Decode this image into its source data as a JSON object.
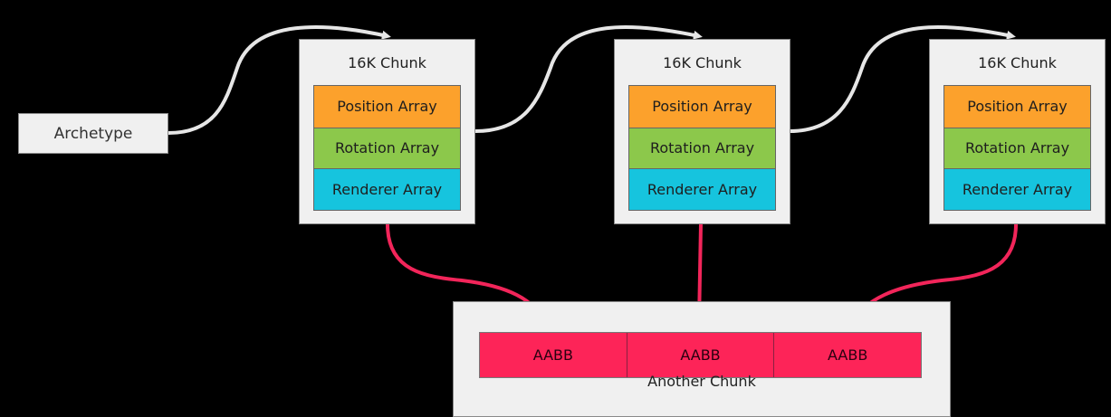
{
  "diagram": {
    "archetype": {
      "label": "Archetype"
    },
    "chunks": [
      {
        "title": "16K Chunk",
        "arrays": [
          "Position Array",
          "Rotation Array",
          "Renderer Array"
        ]
      },
      {
        "title": "16K Chunk",
        "arrays": [
          "Position Array",
          "Rotation Array",
          "Renderer Array"
        ]
      },
      {
        "title": "16K Chunk",
        "arrays": [
          "Position Array",
          "Rotation Array",
          "Renderer Array"
        ]
      }
    ],
    "another_chunk": {
      "label": "Another Chunk",
      "cells": [
        "AABB",
        "AABB",
        "AABB"
      ]
    },
    "colors": {
      "background": "#000000",
      "box_fill": "#f0f0f0",
      "position_array": "#fca12c",
      "rotation_array": "#8cc84b",
      "renderer_array": "#16c4de",
      "aabb": "#fd2458",
      "chain_arrow": "#e6e6e6",
      "reference_arrow": "#f2255a"
    },
    "edges": [
      {
        "from": "archetype",
        "to": "chunk-1",
        "kind": "chain"
      },
      {
        "from": "chunk-1",
        "to": "chunk-2",
        "kind": "chain"
      },
      {
        "from": "chunk-2",
        "to": "chunk-3",
        "kind": "chain"
      },
      {
        "from": "chunk-1",
        "to": "aabb-1",
        "kind": "reference"
      },
      {
        "from": "chunk-2",
        "to": "aabb-2",
        "kind": "reference"
      },
      {
        "from": "chunk-3",
        "to": "aabb-3",
        "kind": "reference"
      }
    ]
  }
}
